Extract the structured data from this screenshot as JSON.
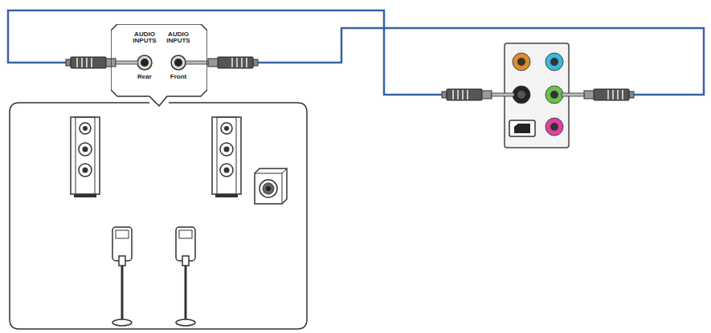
{
  "diagram": {
    "nodes": [
      {
        "text": [
          "AUDIO INPUTS",
          "Rear",
          "AUDIO INPUTS",
          "Front"
        ]
      }
    ]
  }
}
